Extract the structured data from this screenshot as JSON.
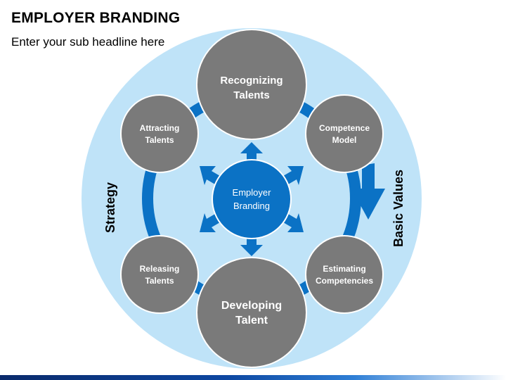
{
  "slide": {
    "title": "EMPLOYER BRANDING",
    "subtitle": "Enter your sub headline here"
  },
  "diagram": {
    "center": {
      "label_line1": "Employer",
      "label_line2": "Branding"
    },
    "nodes": [
      {
        "id": "recognizing",
        "line1": "Recognizing",
        "line2": "Talents"
      },
      {
        "id": "competence",
        "line1": "Competence",
        "line2": "Model"
      },
      {
        "id": "estimating",
        "line1": "Estimating",
        "line2": "Competencies"
      },
      {
        "id": "developing",
        "line1": "Developing",
        "line2": "Talent"
      },
      {
        "id": "releasing",
        "line1": "Releasing",
        "line2": "Talents"
      },
      {
        "id": "attracting",
        "line1": "Attracting",
        "line2": "Talents"
      }
    ],
    "side_labels": {
      "left": "Strategy",
      "right": "Basic Values"
    }
  },
  "colors": {
    "outer_circle": "#bfe3f8",
    "node_fill": "#7a7a7a",
    "node_stroke": "#ffffff",
    "ring": "#0b72c5",
    "center_fill": "#0b72c5",
    "text_on_dark": "#ffffff"
  }
}
